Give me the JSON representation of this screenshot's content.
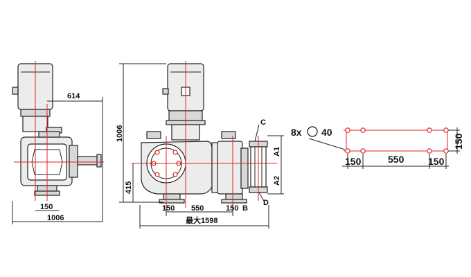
{
  "side_view": {
    "dim_top": "614",
    "dim_bottom_small": "150",
    "dim_bottom_total": "1006"
  },
  "front_view": {
    "dim_height": "1006",
    "dim_axis_height": "415",
    "dim_bottom_left": "150",
    "dim_bottom_mid": "550",
    "dim_bottom_right": "150",
    "dim_bottom_max": "最大1598",
    "label_a1": "A1",
    "label_a2": "A2",
    "label_b": "B",
    "label_c": "C",
    "label_d": "D"
  },
  "foundation_plan": {
    "holes_label": "8x",
    "hole_diameter": "40",
    "dim_left": "150",
    "dim_mid": "550",
    "dim_right": "150",
    "dim_side": "150"
  },
  "colors": {
    "centerline": "#e02020",
    "outline": "#222222",
    "body_fill": "#ececec"
  }
}
